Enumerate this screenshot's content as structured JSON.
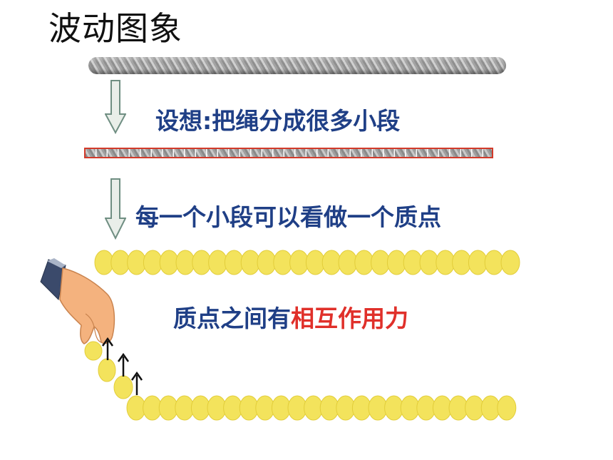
{
  "title": "波动图象",
  "captions": {
    "step1": "设想:把绳分成很多小段",
    "step2": "每一个小段可以看做一个质点",
    "step3_prefix": "质点之间有",
    "step3_highlight": "相互作用力"
  },
  "colors": {
    "caption": "#1f3f86",
    "highlight": "#e0302a",
    "bead_fill": "#f3e35c",
    "bead_stroke": "#e2cd3a",
    "arrow_fill": "#e9eee9",
    "arrow_stroke": "#6f8e82"
  },
  "icons": {
    "hand": "hand-icon",
    "arrows": "up-arrow-icon"
  }
}
